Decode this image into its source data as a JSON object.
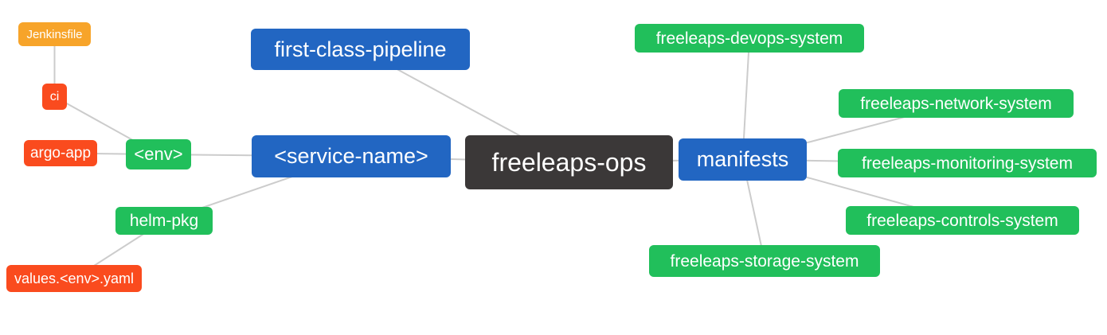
{
  "diagram": {
    "type": "mindmap",
    "background": "#FFFFFF",
    "edge_color": "#CCCCCC",
    "palette": {
      "root_dark": "#3B3838",
      "branch_blue": "#2266C2",
      "leaf_green": "#21BF5B",
      "leaf_red": "#FA4B1E",
      "leaf_orange": "#F7A42A",
      "text": "#FFFFFF"
    },
    "nodes": [
      {
        "id": "jenkinsfile",
        "label": "Jenkinsfile",
        "color": "#F7A42A"
      },
      {
        "id": "ci",
        "label": "ci",
        "color": "#FA4B1E"
      },
      {
        "id": "argo-app",
        "label": "argo-app",
        "color": "#FA4B1E"
      },
      {
        "id": "env",
        "label": "<env>",
        "color": "#21BF5B"
      },
      {
        "id": "service-name",
        "label": "<service-name>",
        "color": "#2266C2"
      },
      {
        "id": "first-class-pipeline",
        "label": "first-class-pipeline",
        "color": "#2266C2"
      },
      {
        "id": "freeleaps-ops",
        "label": "freeleaps-ops",
        "color": "#3B3838"
      },
      {
        "id": "manifests",
        "label": "manifests",
        "color": "#2266C2"
      },
      {
        "id": "freeleaps-devops-system",
        "label": "freeleaps-devops-system",
        "color": "#21BF5B"
      },
      {
        "id": "freeleaps-network-system",
        "label": "freeleaps-network-system",
        "color": "#21BF5B"
      },
      {
        "id": "freeleaps-monitoring-system",
        "label": "freeleaps-monitoring-system",
        "color": "#21BF5B"
      },
      {
        "id": "freeleaps-controls-system",
        "label": "freeleaps-controls-system",
        "color": "#21BF5B"
      },
      {
        "id": "freeleaps-storage-system",
        "label": "freeleaps-storage-system",
        "color": "#21BF5B"
      },
      {
        "id": "helm-pkg",
        "label": "helm-pkg",
        "color": "#21BF5B"
      },
      {
        "id": "values-env-yaml",
        "label": "values.<env>.yaml",
        "color": "#FA4B1E"
      }
    ],
    "edges": [
      [
        "jenkinsfile",
        "ci"
      ],
      [
        "ci",
        "env"
      ],
      [
        "argo-app",
        "env"
      ],
      [
        "env",
        "service-name"
      ],
      [
        "helm-pkg",
        "service-name"
      ],
      [
        "values-env-yaml",
        "helm-pkg"
      ],
      [
        "service-name",
        "freeleaps-ops"
      ],
      [
        "first-class-pipeline",
        "freeleaps-ops"
      ],
      [
        "freeleaps-ops",
        "manifests"
      ],
      [
        "manifests",
        "freeleaps-devops-system"
      ],
      [
        "manifests",
        "freeleaps-network-system"
      ],
      [
        "manifests",
        "freeleaps-monitoring-system"
      ],
      [
        "manifests",
        "freeleaps-controls-system"
      ],
      [
        "manifests",
        "freeleaps-storage-system"
      ]
    ]
  }
}
